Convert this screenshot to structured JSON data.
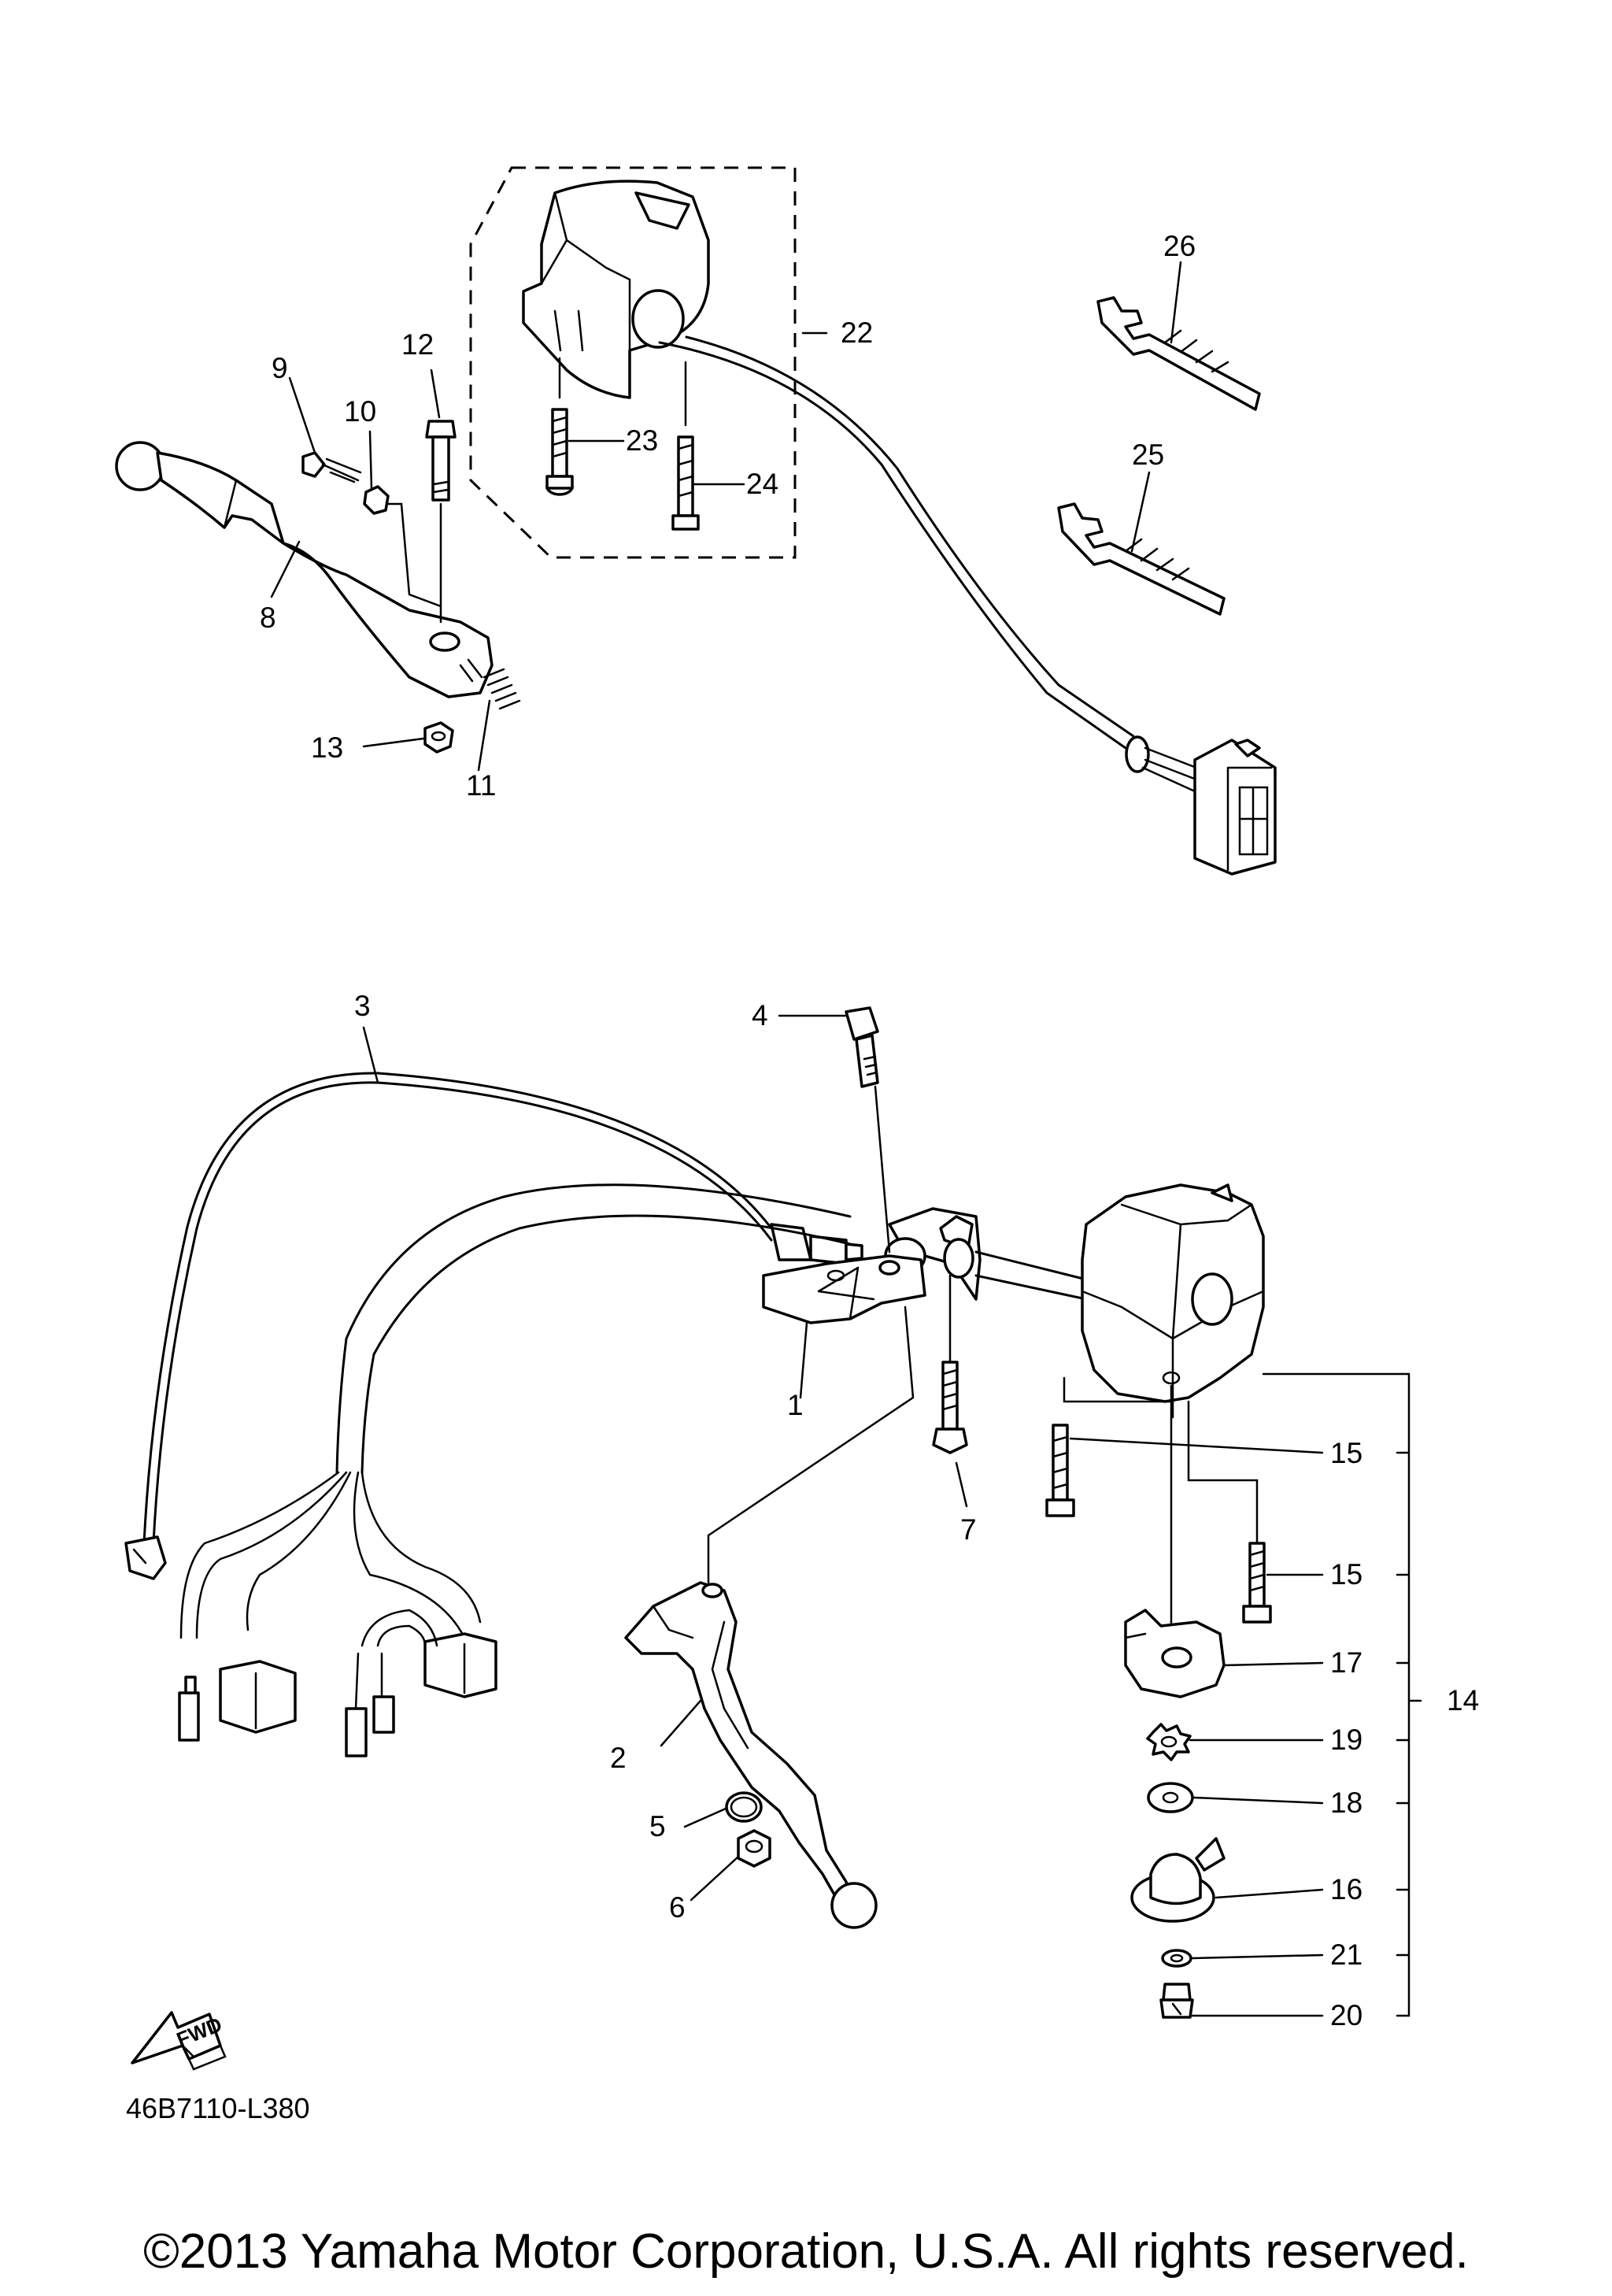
{
  "diagram": {
    "callouts": {
      "c1": "1",
      "c2": "2",
      "c3": "3",
      "c4": "4",
      "c5": "5",
      "c6": "6",
      "c7": "7",
      "c8": "8",
      "c9": "9",
      "c10": "10",
      "c11": "11",
      "c12": "12",
      "c13": "13",
      "c14": "14",
      "c15a": "15",
      "c15b": "15",
      "c16": "16",
      "c17": "17",
      "c18": "18",
      "c19": "19",
      "c20": "20",
      "c21": "21",
      "c22": "22",
      "c23": "23",
      "c24": "24",
      "c25": "25",
      "c26": "26"
    },
    "fwd_label": "FWD",
    "drawing_code": "46B7110-L380",
    "copyright": "©2013 Yamaha Motor Corporation, U.S.A. All rights reserved."
  }
}
